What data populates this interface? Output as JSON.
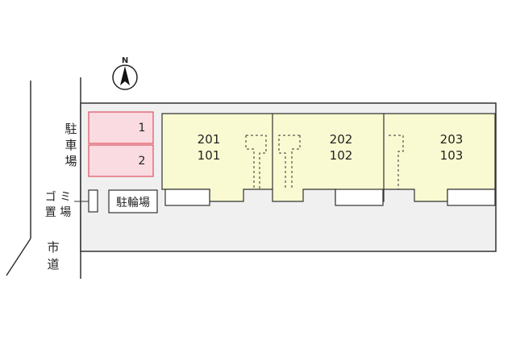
{
  "compass": {
    "north_label": "N"
  },
  "road_label": [
    "市",
    "道"
  ],
  "parking_label": [
    "駐",
    "車",
    "場"
  ],
  "garbage_label": [
    "ゴ ミ",
    "置 場"
  ],
  "bicycle_label": "駐輪場",
  "parking_spaces": [
    {
      "number": "1"
    },
    {
      "number": "2"
    }
  ],
  "units": [
    {
      "upper": "201",
      "lower": "101"
    },
    {
      "upper": "202",
      "lower": "102"
    },
    {
      "upper": "203",
      "lower": "103"
    }
  ],
  "colors": {
    "site_fill": "#f0f0f0",
    "building_fill": "#fafad2",
    "parking_fill": "#fadbe1",
    "parking_stroke": "#e05060"
  }
}
